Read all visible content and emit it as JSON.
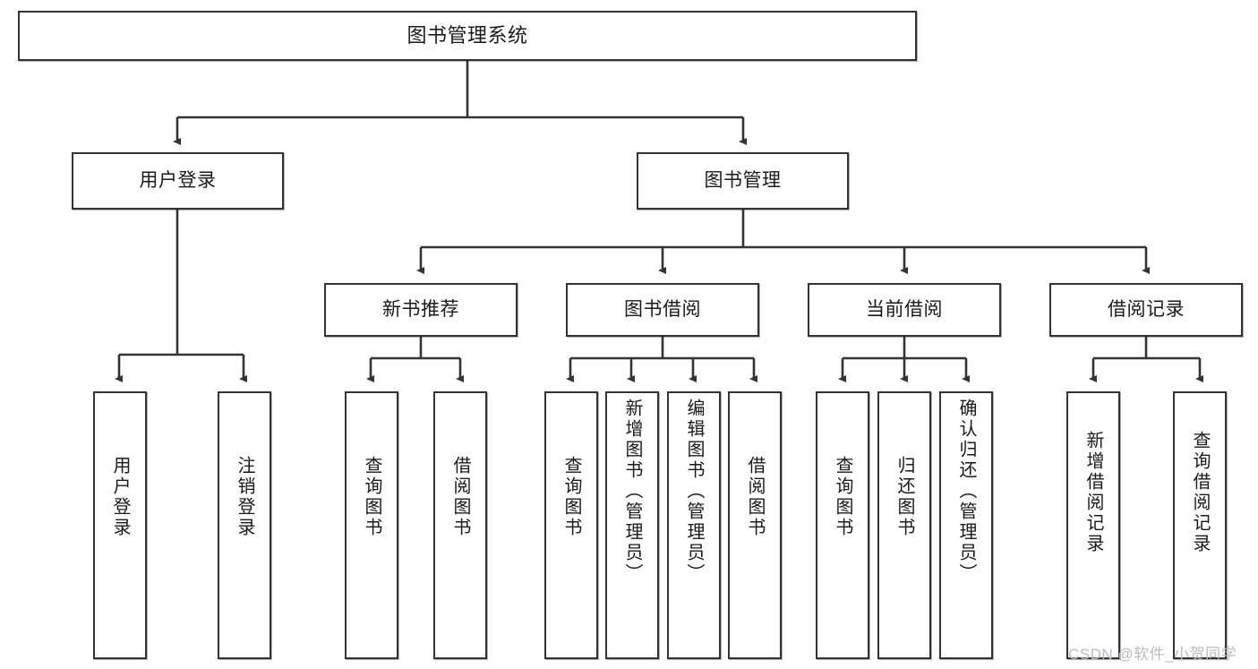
{
  "diagram": {
    "type": "tree-hierarchy-diagram",
    "title": "图书管理系统",
    "line_color": "#333333",
    "box_fill": "#ffffff",
    "text_color": "#1a1a1a",
    "watermark": "CSDN @软件_小贺同学",
    "levels": {
      "level1": [
        {
          "id": "root",
          "label": "图书管理系统"
        }
      ],
      "level2": [
        {
          "id": "user-login",
          "label": "用户登录"
        },
        {
          "id": "book-manage",
          "label": "图书管理"
        }
      ],
      "level3": [
        {
          "id": "new-book-recommend",
          "label": "新书推荐"
        },
        {
          "id": "book-borrow",
          "label": "图书借阅"
        },
        {
          "id": "current-borrow",
          "label": "当前借阅"
        },
        {
          "id": "borrow-record",
          "label": "借阅记录"
        }
      ],
      "level4": [
        {
          "id": "leaf-user-login",
          "label": "用户登录",
          "parent": "user-login"
        },
        {
          "id": "leaf-user-logout",
          "label": "注销登录",
          "parent": "user-login"
        },
        {
          "id": "leaf-query-book-1",
          "label": "查询图书",
          "parent": "new-book-recommend"
        },
        {
          "id": "leaf-borrow-book-1",
          "label": "借阅图书",
          "parent": "new-book-recommend"
        },
        {
          "id": "leaf-query-book-2",
          "label": "查询图书",
          "parent": "book-borrow"
        },
        {
          "id": "leaf-add-book",
          "label": "新增图书（管理员）",
          "parent": "book-borrow"
        },
        {
          "id": "leaf-edit-book",
          "label": "编辑图书（管理员）",
          "parent": "book-borrow"
        },
        {
          "id": "leaf-borrow-book-2",
          "label": "借阅图书",
          "parent": "book-borrow"
        },
        {
          "id": "leaf-query-book-3",
          "label": "查询图书",
          "parent": "current-borrow"
        },
        {
          "id": "leaf-return-book",
          "label": "归还图书",
          "parent": "current-borrow"
        },
        {
          "id": "leaf-confirm-return",
          "label": "确认归还（管理员）",
          "parent": "current-borrow"
        },
        {
          "id": "leaf-add-record",
          "label": "新增借阅记录",
          "parent": "borrow-record"
        },
        {
          "id": "leaf-query-record",
          "label": "查询借阅记录",
          "parent": "borrow-record"
        }
      ]
    }
  }
}
